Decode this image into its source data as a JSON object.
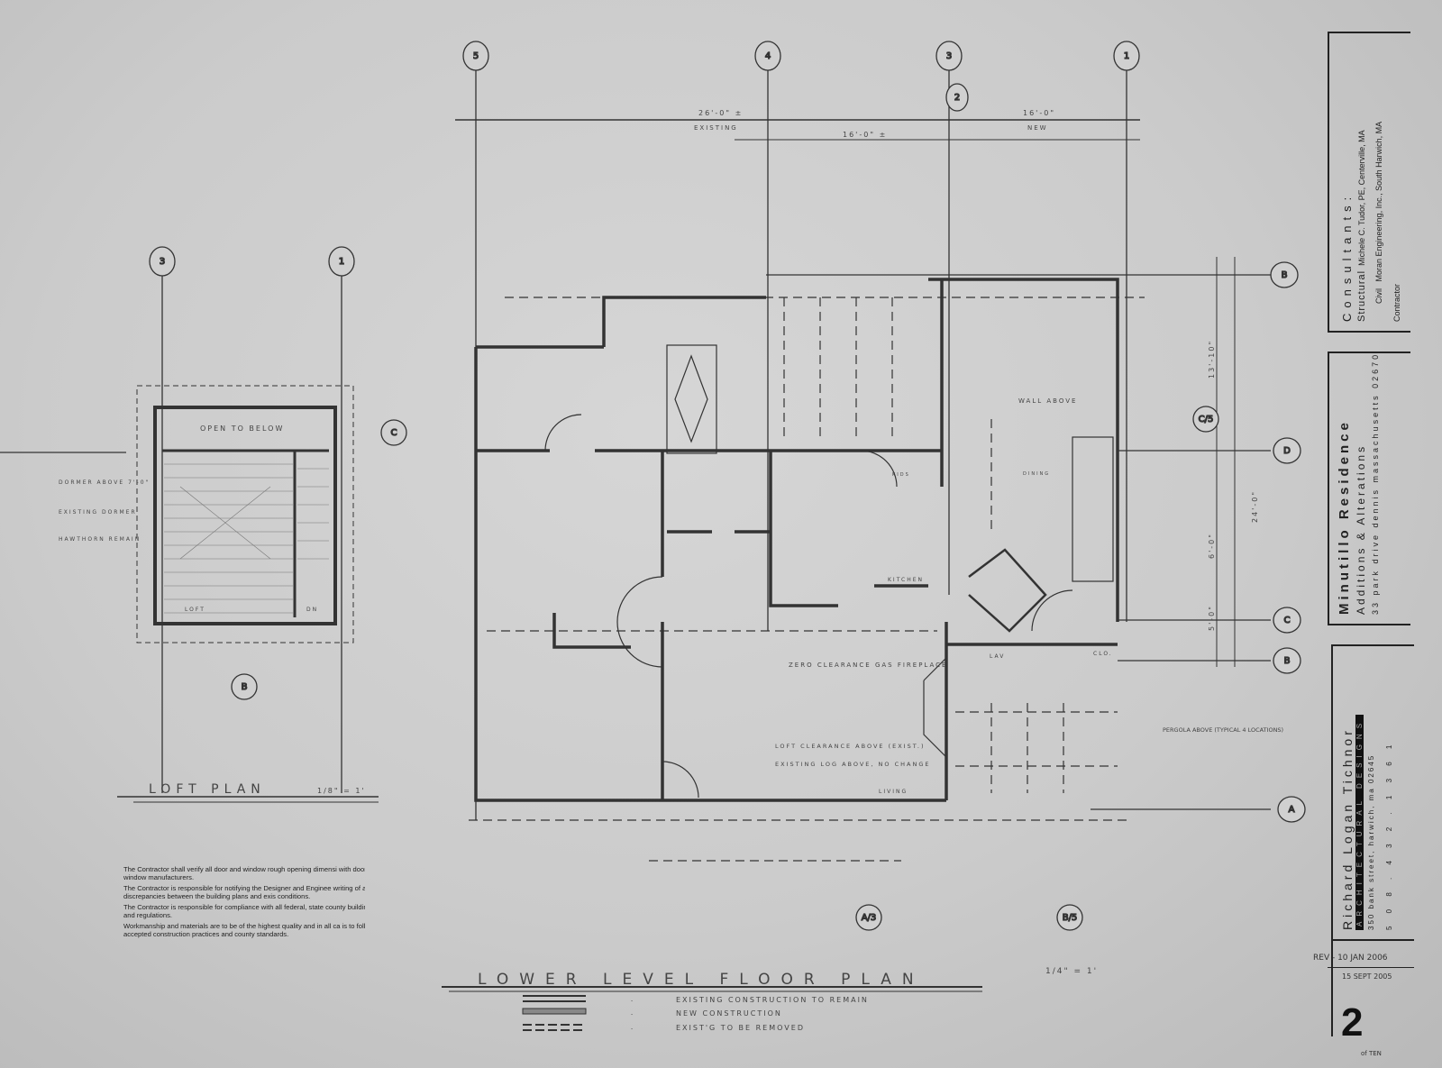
{
  "title_block": {
    "consultants_heading": "Consultants:",
    "consultants": [
      {
        "role": "Structural",
        "name": "Michele C. Tudor, PE, Centerville, MA"
      },
      {
        "role": "Civil",
        "name": "Moran Engineering, Inc., South Harwich, MA"
      },
      {
        "role": "Contractor",
        "name": ""
      }
    ],
    "project_name": "Minutillo Residence",
    "project_type": "Additions & Alterations",
    "project_address": "33 park drive  dennis massachusetts 02670",
    "designer_name": "Richard Logan Tichnor",
    "designer_subtitle": "ARCHITECTURAL DESIGNS",
    "designer_address": "350 bank street, harwich, ma 02645",
    "designer_phone": "5 0 8 . 4 3 2 . 1 3 6 1",
    "revision": "REV - 10 JAN 2006",
    "date": "15 SEPT 2005",
    "sheet_number": "2",
    "sheet_of": "of TEN"
  },
  "plans": {
    "loft_title": "LOFT PLAN",
    "loft_scale": "1/8\" = 1'",
    "lower_title": "LOWER LEVEL FLOOR PLAN",
    "lower_scale": "1/4\" = 1'"
  },
  "grid_bubbles": {
    "top": [
      "5",
      "4",
      "3",
      "1",
      "2"
    ],
    "right": [
      "B",
      "D",
      "C",
      "B",
      "A"
    ],
    "loft": [
      "3",
      "1"
    ],
    "sections": [
      "C",
      "C/5",
      "B",
      "A/3",
      "B/5"
    ]
  },
  "dimensions": {
    "existing": "26'-0\" ±",
    "existing_label": "EXISTING",
    "new": "16'-0\"",
    "new_label": "NEW",
    "sub": "16'-0\" ±",
    "right_total": "24'-0\"",
    "right_a": "13'-10\"",
    "right_b": "6'-0\"",
    "right_c": "5'-0\""
  },
  "annotations": {
    "open_to_below": "OPEN TO BELOW",
    "loft_notes": [
      "DORMER ABOVE 7'-0\"",
      "EXISTING DORMER",
      "HAWTHORN REMAIN"
    ],
    "fireplace": "ZERO CLEARANCE GAS FIREPLACE",
    "lower_notes": [
      "LOFT CLEARANCE ABOVE (EXIST.)",
      "EXISTING LOG ABOVE, NO CHANGE"
    ],
    "pergola": "PERGOLA ABOVE (TYPICAL 4 LOCATIONS)",
    "wall_above": "WALL ABOVE",
    "rooms": [
      "KITCHEN",
      "LIVING",
      "LAV",
      "CLO.",
      "DN",
      "LOFT",
      "KIDS",
      "DINING"
    ]
  },
  "legend": [
    {
      "symbol": "existing",
      "dash": "-",
      "label": "EXISTING CONSTRUCTION TO REMAIN"
    },
    {
      "symbol": "new",
      "dash": "-",
      "label": "NEW CONSTRUCTION"
    },
    {
      "symbol": "removed",
      "dash": "-",
      "label": "EXIST'G TO BE REMOVED"
    }
  ],
  "general_notes": [
    "The Contractor shall verify all door and window rough opening dimensi with door and window manufacturers.",
    "The Contractor is responsible for notifying the Designer and Enginee writing of any discrepancies between the building plans and exis conditions.",
    "The Contractor is responsible for compliance with all federal, state county building codes and regulations.",
    "Workmanship and materials are to be of the highest quality and in all ca is to follow accepted construction practices and county standards."
  ],
  "colors": {
    "paper": "#cbcbcb",
    "ink": "#222222",
    "pencil": "#555555"
  }
}
